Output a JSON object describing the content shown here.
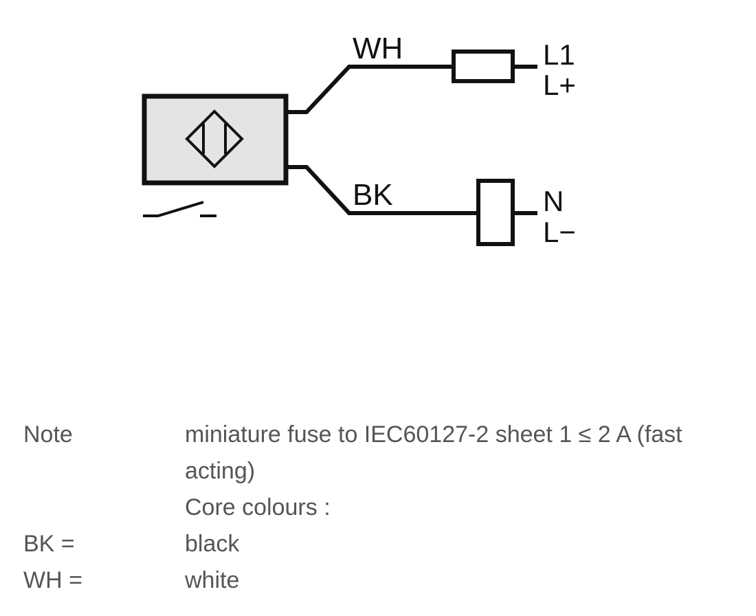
{
  "diagram": {
    "labels": {
      "wire_top": "WH",
      "wire_bottom": "BK",
      "term_top_1": "L1",
      "term_top_2": "L+",
      "term_bottom_1": "N",
      "term_bottom_2": "L−"
    },
    "colors": {
      "line": "#111111",
      "sensor_fill": "#e4e4e4"
    }
  },
  "notes": [
    {
      "key": "Note",
      "value": "miniature fuse to IEC60127-2 sheet 1 ≤ 2 A (fast acting)"
    },
    {
      "key": "",
      "value": "Core colours :"
    },
    {
      "key": "BK =",
      "value": "black"
    },
    {
      "key": "WH =",
      "value": "white"
    }
  ]
}
